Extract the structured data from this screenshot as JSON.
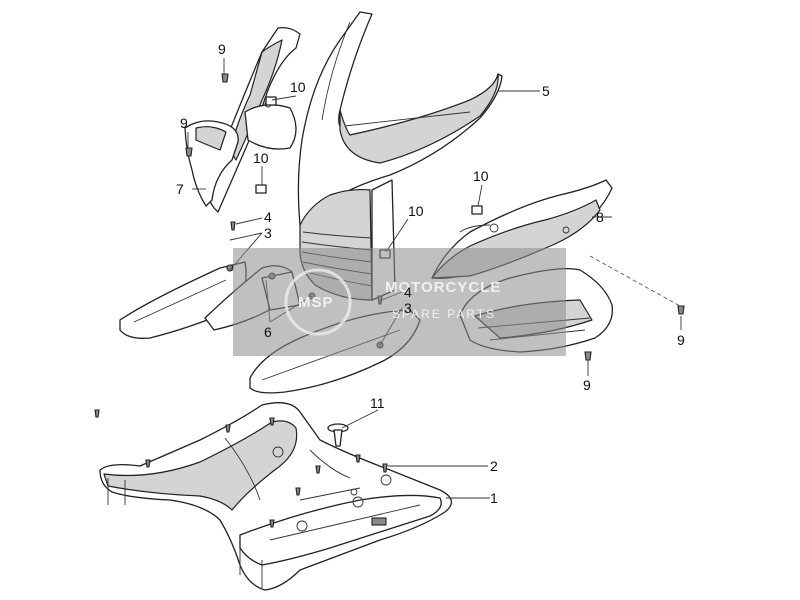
{
  "watermark": {
    "line1": "MOTORCYCLE",
    "line2": "SPARE PARTS",
    "box_color": "#8c8c8c"
  },
  "callouts": [
    {
      "id": "c9a",
      "label": "9"
    },
    {
      "id": "c10a",
      "label": "10"
    },
    {
      "id": "c5",
      "label": "5"
    },
    {
      "id": "c9b",
      "label": "9"
    },
    {
      "id": "c10b",
      "label": "10"
    },
    {
      "id": "c7",
      "label": "7"
    },
    {
      "id": "c4a",
      "label": "4"
    },
    {
      "id": "c3a",
      "label": "3"
    },
    {
      "id": "c10c",
      "label": "10"
    },
    {
      "id": "c10d",
      "label": "10"
    },
    {
      "id": "c8",
      "label": "8"
    },
    {
      "id": "c6",
      "label": "6"
    },
    {
      "id": "c4b",
      "label": "4"
    },
    {
      "id": "c3b",
      "label": "3"
    },
    {
      "id": "c9c",
      "label": "9"
    },
    {
      "id": "c9d",
      "label": "9"
    },
    {
      "id": "c11",
      "label": "11"
    },
    {
      "id": "c2",
      "label": "2"
    },
    {
      "id": "c1",
      "label": "1"
    }
  ]
}
